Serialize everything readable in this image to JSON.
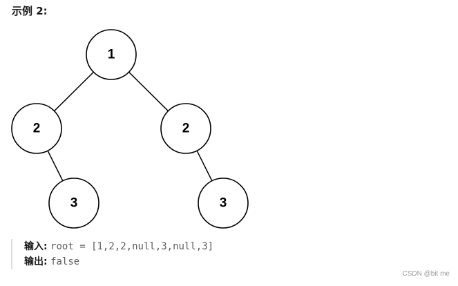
{
  "heading": "示例 2:",
  "tree": {
    "nodes": [
      {
        "id": "root",
        "label": "1"
      },
      {
        "id": "left",
        "label": "2"
      },
      {
        "id": "right",
        "label": "2"
      },
      {
        "id": "left-right",
        "label": "3"
      },
      {
        "id": "right-right",
        "label": "3"
      }
    ],
    "edges": [
      {
        "from": "root",
        "to": "left"
      },
      {
        "from": "root",
        "to": "right"
      },
      {
        "from": "left",
        "to": "left-right"
      },
      {
        "from": "right",
        "to": "right-right"
      }
    ]
  },
  "example": {
    "input_label": "输入:",
    "input_value": "root = [1,2,2,null,3,null,3]",
    "output_label": "输出:",
    "output_value": "false"
  },
  "watermark": "CSDN @bit me"
}
